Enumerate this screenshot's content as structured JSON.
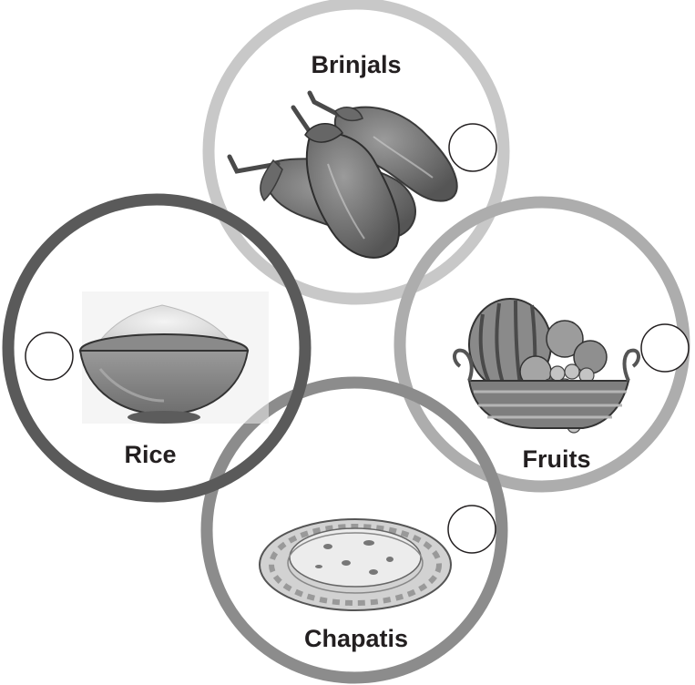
{
  "items": [
    {
      "label": "Brinjals",
      "picture": "brinjals-icon",
      "ring_color": "#c8c8c8"
    },
    {
      "label": "Rice",
      "picture": "rice-bowl-icon",
      "ring_color": "#5a5a5a"
    },
    {
      "label": "Fruits",
      "picture": "fruit-basket-icon",
      "ring_color": "#adadad"
    },
    {
      "label": "Chapatis",
      "picture": "chapatis-icon",
      "ring_color": "#8c8c8c"
    }
  ]
}
